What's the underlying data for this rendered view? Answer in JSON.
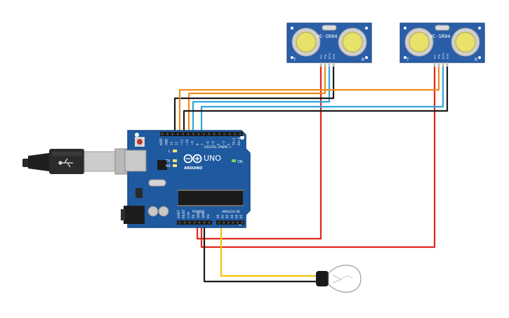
{
  "colors": {
    "board": "#1f5aa0",
    "board_edge": "#174985",
    "sensor": "#2a5ea8",
    "wire_red": "#e1251b",
    "wire_black": "#1a1a1a",
    "wire_orange": "#f08a1d",
    "wire_blue": "#2fa6dd",
    "wire_yellow": "#f2c20a"
  },
  "sensors": [
    {
      "model": "HC-SR04",
      "left_mark": "T",
      "right_mark": "R",
      "pins": [
        "Vcc",
        "Trig",
        "Echo",
        "Gnd"
      ]
    },
    {
      "model": "HC-SR04",
      "left_mark": "T",
      "right_mark": "R",
      "pins": [
        "Vcc",
        "Trig",
        "Echo",
        "Gnd"
      ]
    }
  ],
  "arduino": {
    "brand": "ARDUINO",
    "model": "UNO",
    "digital_label": "DIGITAL (PWM~)",
    "power_label": "POWER",
    "analog_label": "ANALOG IN",
    "on_label": "ON",
    "tx_label": "TX",
    "rx_label": "RX",
    "l_label": "L",
    "digital_pins": [
      "AREF",
      "GND",
      "13",
      "12",
      "~11",
      "~10",
      "~9",
      "8",
      "7",
      "~6",
      "~5",
      "4",
      "~3",
      "2",
      "TX→1",
      "RX←0"
    ],
    "power_pins": [
      "IOREF",
      "RESET",
      "3.3V",
      "5V",
      "GND",
      "GND",
      "Vin"
    ],
    "analog_pins": [
      "A0",
      "A1",
      "A2",
      "A3",
      "A4",
      "A5"
    ]
  },
  "components": {
    "usb_cable": "usb-cable",
    "lamp": "light-bulb"
  }
}
